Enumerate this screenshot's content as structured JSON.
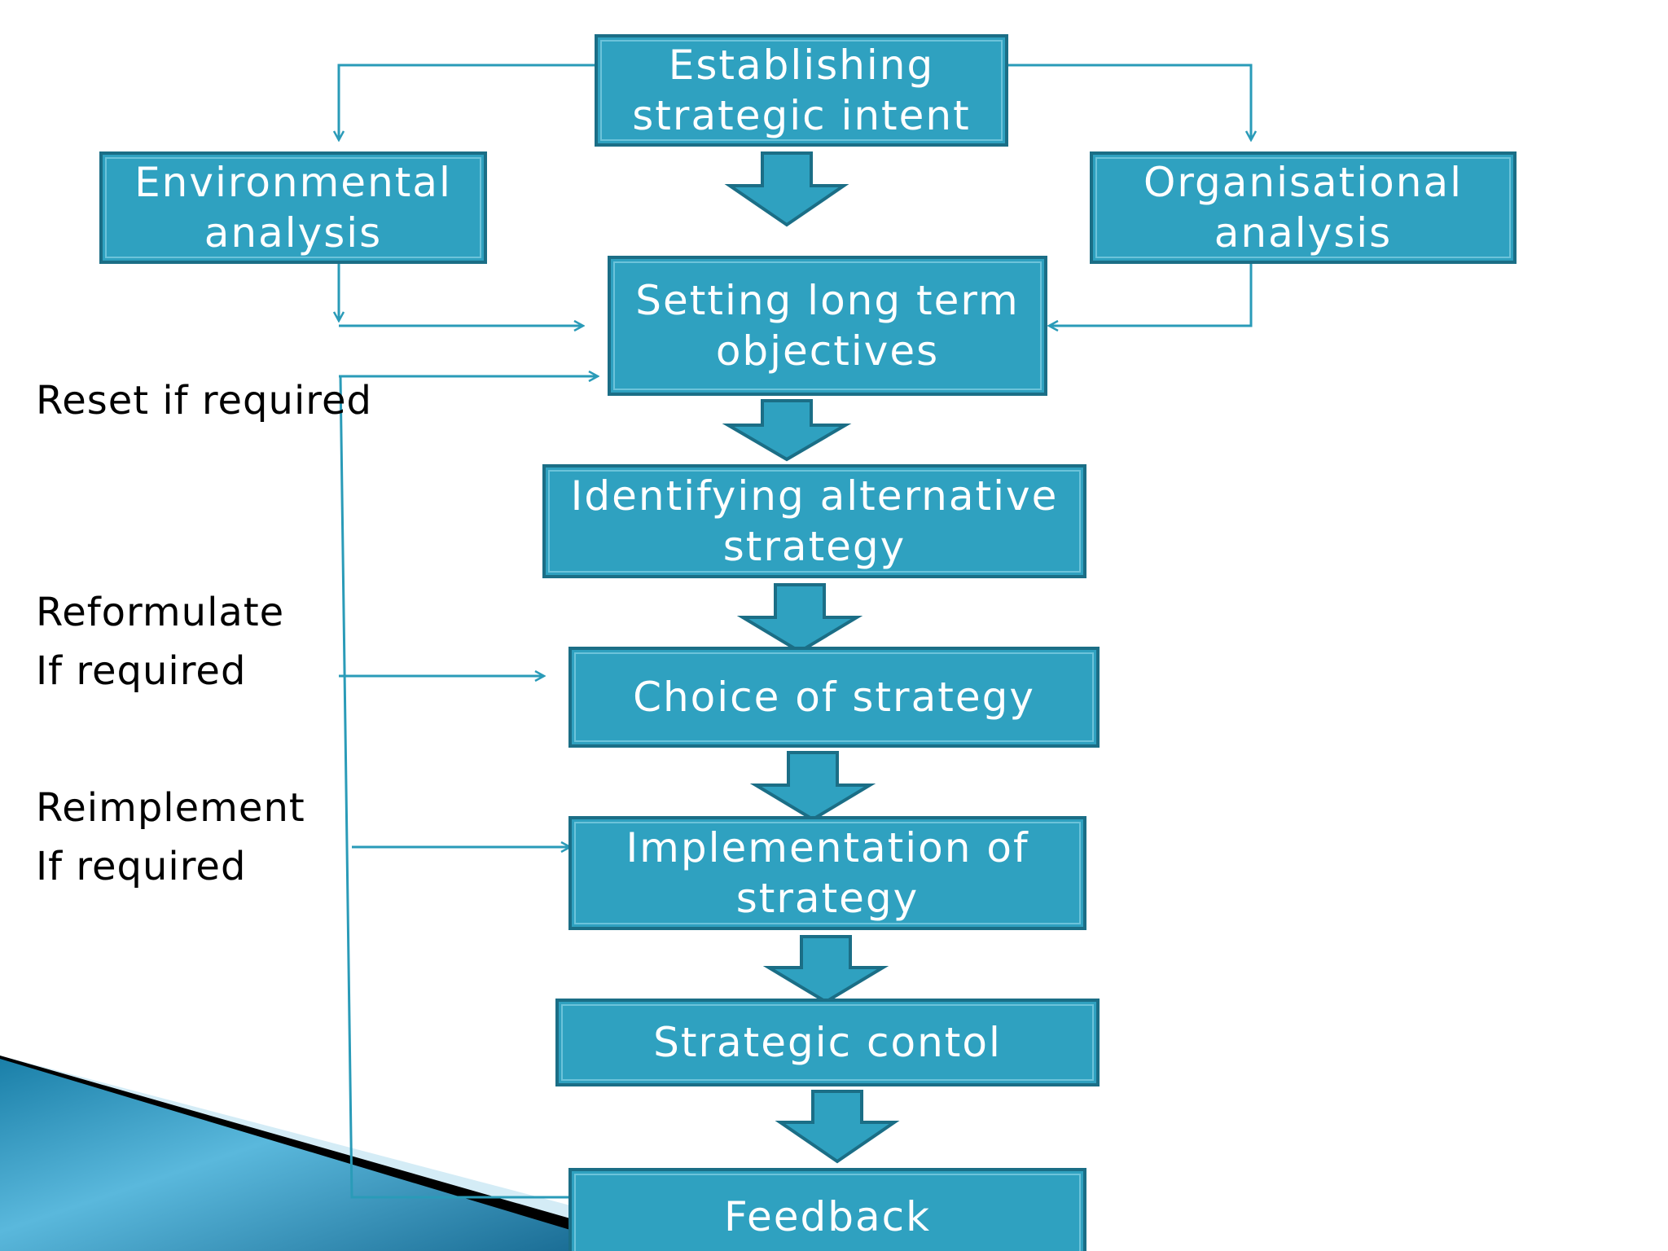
{
  "nodes": {
    "establishing": "Establishing strategic intent",
    "environmental": "Environmental analysis",
    "organisational": "Organisational analysis",
    "long_term": "Setting long term objectives",
    "alternative": "Identifying alternative strategy",
    "choice": "Choice of strategy",
    "implementation": "Implementation of strategy",
    "control": "Strategic contol",
    "feedback": "Feedback"
  },
  "side_labels": {
    "reset": "Reset if required",
    "reformulate": "Reformulate\nIf required",
    "reimplement": "Reimplement\nIf required"
  },
  "colors": {
    "box_fill": "#2fa1c0",
    "box_border": "#1b6e86",
    "connector": "#2a9bb8",
    "text_on_box": "#ffffff",
    "label_text": "#000000"
  }
}
